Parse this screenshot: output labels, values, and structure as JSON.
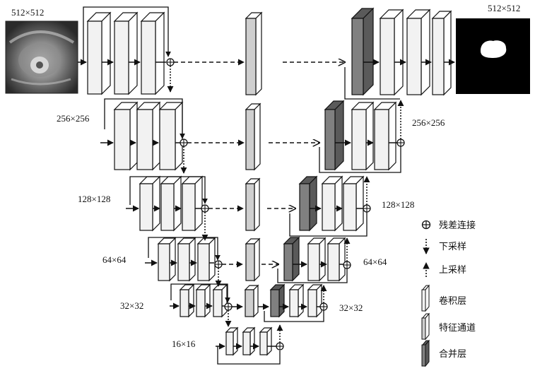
{
  "labels": {
    "input_size": "512×512",
    "output_size": "512×512",
    "enc": [
      "256×256",
      "128×128",
      "64×64",
      "32×32",
      "16×16"
    ],
    "dec": [
      "256×256",
      "128×128",
      "64×64",
      "32×32"
    ]
  },
  "legend": [
    {
      "kind": "residual",
      "label": "残差连接"
    },
    {
      "kind": "down",
      "label": "下采样"
    },
    {
      "kind": "up",
      "label": "上采样"
    },
    {
      "kind": "conv",
      "label": "卷积层"
    },
    {
      "kind": "feature",
      "label": "特征通道"
    },
    {
      "kind": "merge",
      "label": "合并层"
    }
  ],
  "colors": {
    "conv_front": "#f2f2f2",
    "conv_side": "#ffffff",
    "feature_front": "#cfcfcf",
    "merge_front": "#808080",
    "merge_side": "#5a5a5a",
    "stroke": "#111111"
  },
  "images": {
    "input": "ct-scan-slice",
    "output": "segmentation-mask"
  }
}
